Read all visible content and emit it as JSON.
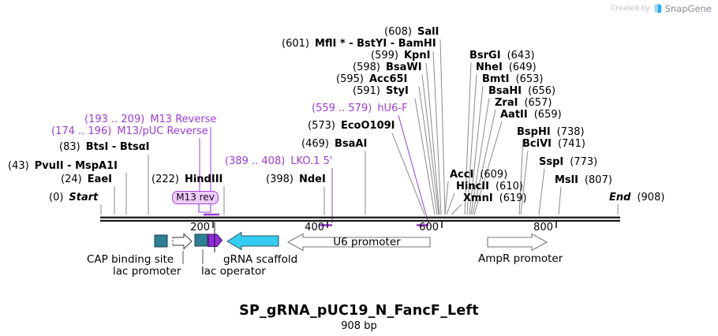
{
  "credit": {
    "created_by": "Created by",
    "brand": "SnapGene"
  },
  "header": {
    "title": "SP_gRNA_pUC19_N_FancF_Left",
    "length": "908 bp"
  },
  "terminals": {
    "start": {
      "pos": "(0)",
      "name": "Start"
    },
    "end": {
      "name": "End",
      "pos": "(908)"
    }
  },
  "ruler": {
    "ticks": [
      "200",
      "400",
      "600",
      "800"
    ]
  },
  "restriction_sites": [
    {
      "pos": "(24)",
      "name": "EaeI"
    },
    {
      "pos": "(43)",
      "name": "PvuII - MspA1I"
    },
    {
      "pos": "(83)",
      "name": "BtsI - BtsαI"
    },
    {
      "pos": "(222)",
      "name": "HindIII"
    },
    {
      "pos": "(398)",
      "name": "NdeI"
    },
    {
      "pos": "(469)",
      "name": "BsaAI"
    },
    {
      "pos": "(573)",
      "name": "EcoO109I"
    },
    {
      "pos": "(591)",
      "name": "StyI"
    },
    {
      "pos": "(595)",
      "name": "Acc65I"
    },
    {
      "pos": "(598)",
      "name": "BsaWI"
    },
    {
      "pos": "(599)",
      "name": "KpnI"
    },
    {
      "pos": "(601)",
      "name": "MflI * - BstYI - BamHI"
    },
    {
      "pos": "(608)",
      "name": "SalI"
    },
    {
      "name": "BsrGI",
      "pos": "(643)"
    },
    {
      "name": "NheI",
      "pos": "(649)"
    },
    {
      "name": "BmtI",
      "pos": "(653)"
    },
    {
      "name": "BsaHI",
      "pos": "(656)"
    },
    {
      "name": "ZraI",
      "pos": "(657)"
    },
    {
      "name": "AatII",
      "pos": "(659)"
    },
    {
      "name": "AccI",
      "pos": "(609)"
    },
    {
      "name": "HincII",
      "pos": "(610)"
    },
    {
      "name": "XmnI",
      "pos": "(619)"
    },
    {
      "name": "BspHI",
      "pos": "(738)"
    },
    {
      "name": "BciVI",
      "pos": "(741)"
    },
    {
      "name": "SspI",
      "pos": "(773)"
    },
    {
      "name": "MslI",
      "pos": "(807)"
    }
  ],
  "primers": [
    {
      "pos": "(174 .. 196)",
      "name": "M13/pUC Reverse"
    },
    {
      "pos": "(193 .. 209)",
      "name": "M13 Reverse"
    },
    {
      "pos": "(389 .. 408)",
      "name": "LKO.1 5'"
    },
    {
      "pos": "(559 .. 579)",
      "name": "hU6-F"
    },
    {
      "name": "M13 rev"
    }
  ],
  "features": [
    {
      "name": "CAP binding site"
    },
    {
      "name": "lac promoter"
    },
    {
      "name": "lac operator"
    },
    {
      "name": "gRNA scaffold"
    },
    {
      "name": "U6 promoter"
    },
    {
      "name": "AmpR promoter"
    }
  ],
  "colors": {
    "primer_text": "#9c3bd8",
    "primer_line": "#a44fe0",
    "feature_teal": "#2e7f93",
    "feature_cyan": "#33ccf0",
    "feature_purple": "#8f2bd6",
    "leader_line": "#8a8a8a",
    "backbone": "#1a1a1a"
  }
}
